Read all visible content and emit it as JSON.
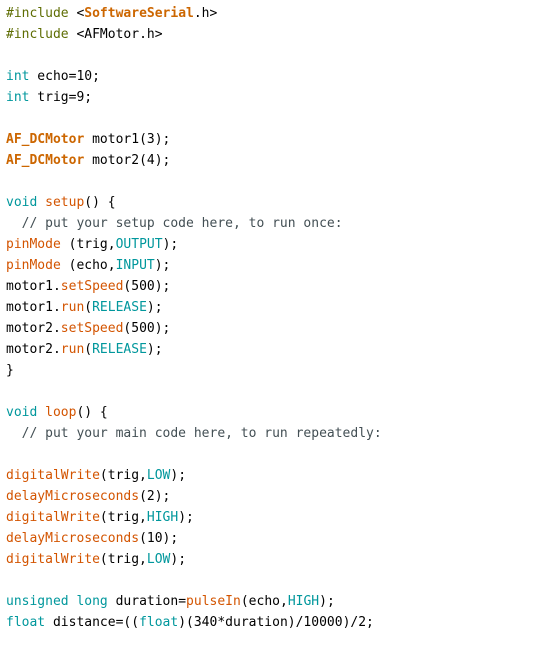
{
  "colors": {
    "background": "#ffffff",
    "plain": "#000000",
    "keyword": "#00979c",
    "function": "#d35400",
    "constant": "#00979c",
    "type": "#cc6600",
    "comment": "#434f54",
    "directive": "#5e6d03"
  },
  "code": {
    "lines": [
      [
        {
          "k": "directive",
          "t": "#include "
        },
        {
          "k": "plain",
          "t": "<"
        },
        {
          "k": "lib",
          "t": "SoftwareSerial"
        },
        {
          "k": "plain",
          "t": ".h>"
        }
      ],
      [
        {
          "k": "directive",
          "t": "#include "
        },
        {
          "k": "plain",
          "t": "<AFMotor.h>"
        }
      ],
      [],
      [
        {
          "k": "kw",
          "t": "int"
        },
        {
          "k": "plain",
          "t": " echo=10;"
        }
      ],
      [
        {
          "k": "kw",
          "t": "int"
        },
        {
          "k": "plain",
          "t": " trig=9;"
        }
      ],
      [],
      [
        {
          "k": "type",
          "t": "AF_DCMotor"
        },
        {
          "k": "plain",
          "t": " motor1(3);"
        }
      ],
      [
        {
          "k": "type",
          "t": "AF_DCMotor"
        },
        {
          "k": "plain",
          "t": " motor2(4);"
        }
      ],
      [],
      [
        {
          "k": "kw",
          "t": "void"
        },
        {
          "k": "plain",
          "t": " "
        },
        {
          "k": "fn",
          "t": "setup"
        },
        {
          "k": "plain",
          "t": "() {"
        }
      ],
      [
        {
          "k": "comment",
          "t": "  // put your setup code here, to run once:"
        }
      ],
      [
        {
          "k": "fn",
          "t": "pinMode"
        },
        {
          "k": "plain",
          "t": " (trig,"
        },
        {
          "k": "const",
          "t": "OUTPUT"
        },
        {
          "k": "plain",
          "t": ");"
        }
      ],
      [
        {
          "k": "fn",
          "t": "pinMode"
        },
        {
          "k": "plain",
          "t": " (echo,"
        },
        {
          "k": "const",
          "t": "INPUT"
        },
        {
          "k": "plain",
          "t": ");"
        }
      ],
      [
        {
          "k": "plain",
          "t": "motor1."
        },
        {
          "k": "fn",
          "t": "setSpeed"
        },
        {
          "k": "plain",
          "t": "(500);"
        }
      ],
      [
        {
          "k": "plain",
          "t": "motor1."
        },
        {
          "k": "fn",
          "t": "run"
        },
        {
          "k": "plain",
          "t": "("
        },
        {
          "k": "const",
          "t": "RELEASE"
        },
        {
          "k": "plain",
          "t": ");"
        }
      ],
      [
        {
          "k": "plain",
          "t": "motor2."
        },
        {
          "k": "fn",
          "t": "setSpeed"
        },
        {
          "k": "plain",
          "t": "(500);"
        }
      ],
      [
        {
          "k": "plain",
          "t": "motor2."
        },
        {
          "k": "fn",
          "t": "run"
        },
        {
          "k": "plain",
          "t": "("
        },
        {
          "k": "const",
          "t": "RELEASE"
        },
        {
          "k": "plain",
          "t": ");"
        }
      ],
      [
        {
          "k": "plain",
          "t": "}"
        }
      ],
      [],
      [
        {
          "k": "kw",
          "t": "void"
        },
        {
          "k": "plain",
          "t": " "
        },
        {
          "k": "fn",
          "t": "loop"
        },
        {
          "k": "plain",
          "t": "() {"
        }
      ],
      [
        {
          "k": "comment",
          "t": "  // put your main code here, to run repeatedly:"
        }
      ],
      [],
      [
        {
          "k": "fn",
          "t": "digitalWrite"
        },
        {
          "k": "plain",
          "t": "(trig,"
        },
        {
          "k": "const",
          "t": "LOW"
        },
        {
          "k": "plain",
          "t": ");"
        }
      ],
      [
        {
          "k": "fn",
          "t": "delayMicroseconds"
        },
        {
          "k": "plain",
          "t": "(2);"
        }
      ],
      [
        {
          "k": "fn",
          "t": "digitalWrite"
        },
        {
          "k": "plain",
          "t": "(trig,"
        },
        {
          "k": "const",
          "t": "HIGH"
        },
        {
          "k": "plain",
          "t": ");"
        }
      ],
      [
        {
          "k": "fn",
          "t": "delayMicroseconds"
        },
        {
          "k": "plain",
          "t": "(10);"
        }
      ],
      [
        {
          "k": "fn",
          "t": "digitalWrite"
        },
        {
          "k": "plain",
          "t": "(trig,"
        },
        {
          "k": "const",
          "t": "LOW"
        },
        {
          "k": "plain",
          "t": ");"
        }
      ],
      [],
      [
        {
          "k": "kw",
          "t": "unsigned"
        },
        {
          "k": "plain",
          "t": " "
        },
        {
          "k": "kw",
          "t": "long"
        },
        {
          "k": "plain",
          "t": " duration="
        },
        {
          "k": "fn",
          "t": "pulseIn"
        },
        {
          "k": "plain",
          "t": "(echo,"
        },
        {
          "k": "const",
          "t": "HIGH"
        },
        {
          "k": "plain",
          "t": ");"
        }
      ],
      [
        {
          "k": "kw",
          "t": "float"
        },
        {
          "k": "plain",
          "t": " distance=(("
        },
        {
          "k": "kw",
          "t": "float"
        },
        {
          "k": "plain",
          "t": ")(340*duration)/10000)/2;"
        }
      ]
    ]
  }
}
